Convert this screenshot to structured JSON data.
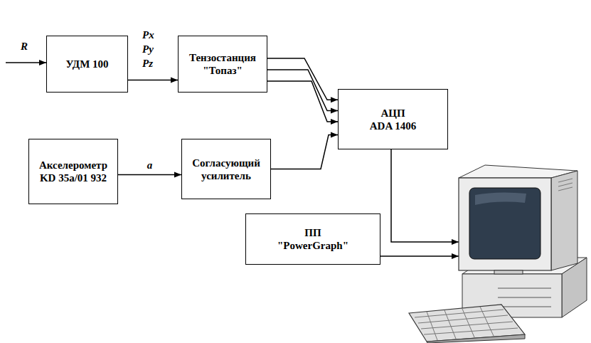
{
  "diagram": {
    "nodes": [
      {
        "text": [
          "УДМ 100"
        ]
      },
      {
        "text": [
          "Тензостанция \"Топаз\""
        ]
      },
      {
        "text": [
          "АЦП ADA 1406"
        ]
      },
      {
        "text": [
          "Акселерометр KD 35a/01 932"
        ]
      },
      {
        "text": [
          "Согласующий усилитель"
        ]
      },
      {
        "text": [
          "ПП \"PowerGraph\""
        ]
      }
    ],
    "edges": [
      {
        "from": 0,
        "to": 1,
        "arrow": "to"
      },
      {
        "from": 1,
        "to": 2,
        "arrow": "to"
      },
      {
        "from": 1,
        "to": 2,
        "arrow": "to"
      },
      {
        "from": 1,
        "to": 2,
        "arrow": "to"
      },
      {
        "from": 3,
        "to": 4,
        "label": "a",
        "arrow": "to"
      },
      {
        "from": 4,
        "to": 2,
        "arrow": "to"
      }
    ],
    "labels": [
      "R",
      "Px",
      "Py",
      "Pz"
    ]
  }
}
